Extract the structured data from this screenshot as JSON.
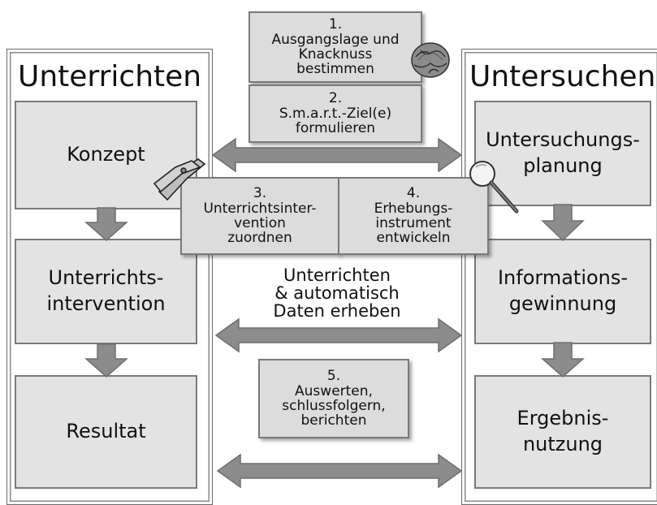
{
  "left_column": {
    "title": "Unterrichten",
    "boxes": [
      "Konzept",
      "Unterrichts-\nintervention",
      "Resultat"
    ]
  },
  "right_column": {
    "title": "Untersuchen",
    "boxes": [
      "Untersuchungs-\nplanung",
      "Informations-\ngewinnung",
      "Ergebnis-\nnutzung"
    ]
  },
  "steps": [
    {
      "number": "1.",
      "text": "Ausgangslage und\nKnacknuss\nbestimmen",
      "icon": "walnut-icon"
    },
    {
      "number": "2.",
      "text": "S.m.a.r.t.-Ziel(e)\nformulieren"
    },
    {
      "number": "3.",
      "text": "Unterrichtsinter-\nvention\nzuordnen",
      "icon": "pliers-icon"
    },
    {
      "number": "4.",
      "text": "Erhebungs-\ninstrument\nentwickeln",
      "icon": "magnifier-icon"
    },
    {
      "number": "5.",
      "text": "Auswerten,\nschlussfolgern,\nberichten"
    }
  ],
  "middle_label": "Unterrichten\n& automatisch\nDaten erheben",
  "colors": {
    "box_fill": "#e3e3e3",
    "arrow_fill": "#8c8c8c",
    "border": "#7a7a7a"
  }
}
